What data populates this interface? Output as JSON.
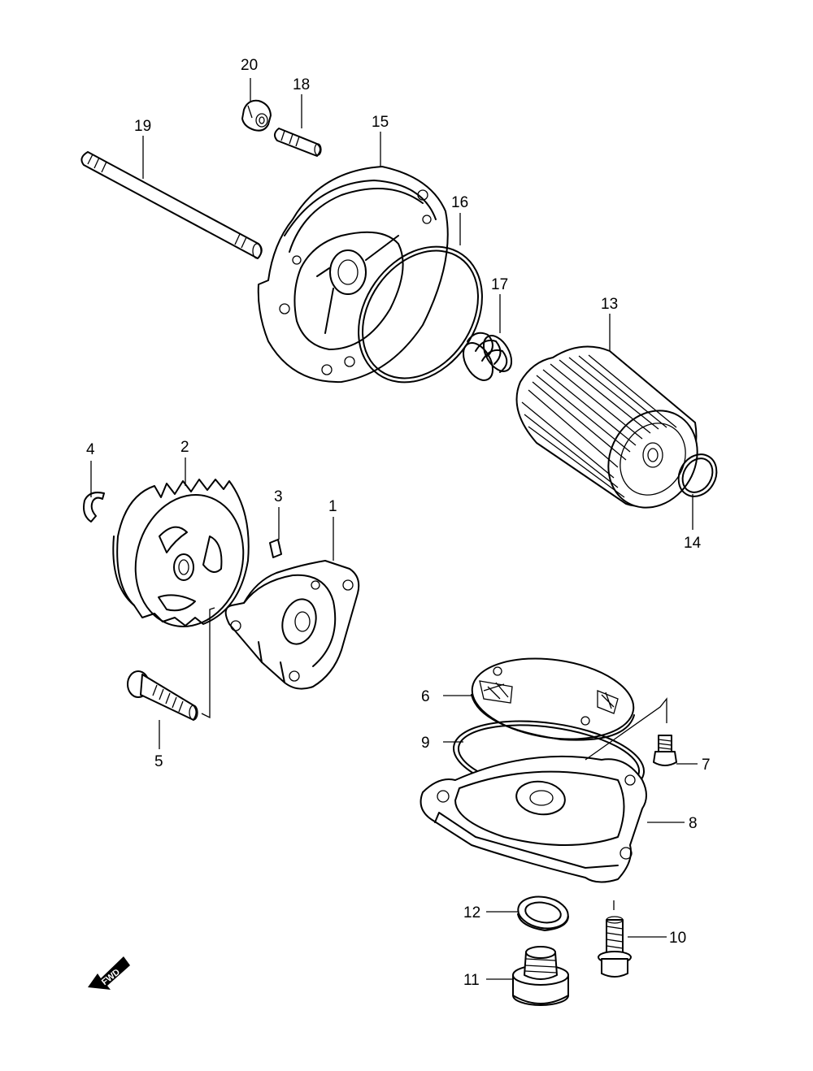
{
  "diagram": {
    "parts": [
      {
        "id": "p20",
        "label": "20",
        "icon": "cap-nut-icon"
      },
      {
        "id": "p18",
        "label": "18",
        "icon": "dowel-pin-icon"
      },
      {
        "id": "p19",
        "label": "19",
        "icon": "long-bolt-icon"
      },
      {
        "id": "p15",
        "label": "15",
        "icon": "filter-cover-icon"
      },
      {
        "id": "p16",
        "label": "16",
        "icon": "o-ring-icon"
      },
      {
        "id": "p17",
        "label": "17",
        "icon": "spring-icon"
      },
      {
        "id": "p13",
        "label": "13",
        "icon": "oil-filter-icon"
      },
      {
        "id": "p14",
        "label": "14",
        "icon": "o-ring-small-icon"
      },
      {
        "id": "p4",
        "label": "4",
        "icon": "circlip-icon"
      },
      {
        "id": "p2",
        "label": "2",
        "icon": "pump-gear-icon"
      },
      {
        "id": "p3",
        "label": "3",
        "icon": "pin-icon"
      },
      {
        "id": "p1",
        "label": "1",
        "icon": "oil-pump-icon"
      },
      {
        "id": "p5",
        "label": "5",
        "icon": "screw-icon"
      },
      {
        "id": "p6",
        "label": "6",
        "icon": "strainer-icon"
      },
      {
        "id": "p9",
        "label": "9",
        "icon": "gasket-icon"
      },
      {
        "id": "p7",
        "label": "7",
        "icon": "bolt-small-icon"
      },
      {
        "id": "p8",
        "label": "8",
        "icon": "oil-pan-icon"
      },
      {
        "id": "p12",
        "label": "12",
        "icon": "washer-icon"
      },
      {
        "id": "p10",
        "label": "10",
        "icon": "flange-bolt-icon"
      },
      {
        "id": "p11",
        "label": "11",
        "icon": "drain-plug-icon"
      }
    ],
    "fwd_label": "FWD"
  }
}
